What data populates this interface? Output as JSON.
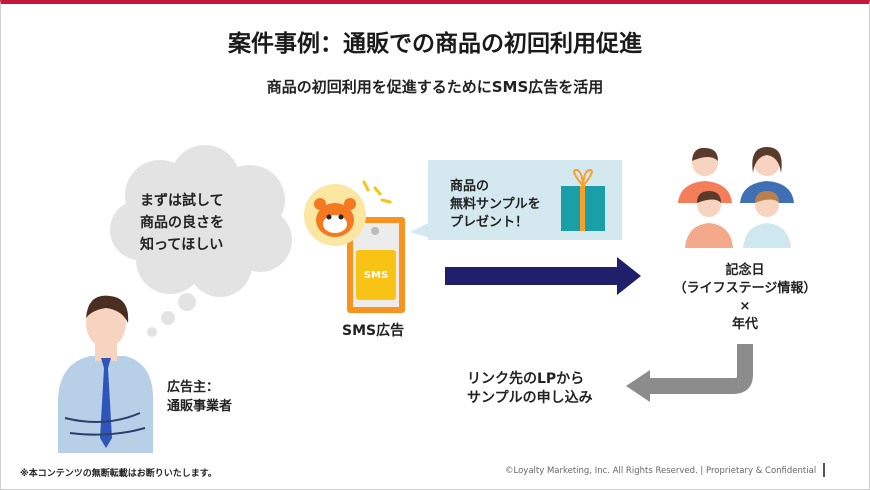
{
  "title": "案件事例：通販での商品の初回利用促進",
  "subtitle": "商品の初回利用を促進するためにSMS広告を活用",
  "thought": {
    "lines": [
      "まずは試して",
      "商品の良さを",
      "知ってほしい"
    ]
  },
  "advertiser": {
    "lines": [
      "広告主：",
      "通販事業者"
    ]
  },
  "sms": {
    "phone_label": "SMS",
    "caption": "SMS広告"
  },
  "callout": {
    "lines": [
      "商品の",
      "無料サンプルを",
      "プレゼント！"
    ]
  },
  "target": {
    "lines": [
      "記念日",
      "（ライフステージ情報）",
      "×",
      "年代"
    ]
  },
  "result": {
    "lines": [
      "リンク先のLPから",
      "サンプルの申し込み"
    ]
  },
  "footer": {
    "notice": "※本コンテンツの無断転載はお断りいたします。",
    "copyright": "©Loyalty Marketing, Inc. All Rights Reserved. | Proprietary & Confidential"
  },
  "colors": {
    "accent": "#c8163a",
    "navy": "#1f1f6b",
    "orange": "#f7931e",
    "callout": "#d4e8ef"
  }
}
